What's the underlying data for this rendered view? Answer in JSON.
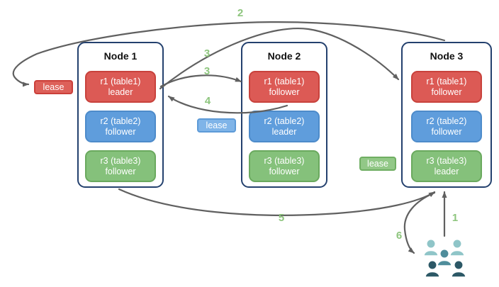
{
  "nodes": [
    {
      "title": "Node 1",
      "replicas": [
        {
          "name": "r1 (table1)",
          "role": "leader",
          "color": "#dc5a55"
        },
        {
          "name": "r2 (table2)",
          "role": "follower",
          "color": "#5f9ddc"
        },
        {
          "name": "r3 (table3)",
          "role": "follower",
          "color": "#85c17b"
        }
      ]
    },
    {
      "title": "Node 2",
      "replicas": [
        {
          "name": "r1 (table1)",
          "role": "follower",
          "color": "#dc5a55"
        },
        {
          "name": "r2 (table2)",
          "role": "leader",
          "color": "#5f9ddc"
        },
        {
          "name": "r3 (table3)",
          "role": "follower",
          "color": "#85c17b"
        }
      ]
    },
    {
      "title": "Node 3",
      "replicas": [
        {
          "name": "r1 (table1)",
          "role": "follower",
          "color": "#dc5a55"
        },
        {
          "name": "r2 (table2)",
          "role": "follower",
          "color": "#5f9ddc"
        },
        {
          "name": "r3 (table3)",
          "role": "leader",
          "color": "#85c17b"
        }
      ]
    }
  ],
  "leases": [
    {
      "label": "lease",
      "color": "#dd6059",
      "table": "table1"
    },
    {
      "label": "lease",
      "color": "#7fb4e8",
      "table": "table2"
    },
    {
      "label": "lease",
      "color": "#92c887",
      "table": "table3"
    }
  ],
  "arrows": [
    {
      "label": "1",
      "from": "clients",
      "to": "node3-r3-leader"
    },
    {
      "label": "2",
      "from": "node3",
      "to": "table1-lease"
    },
    {
      "label": "3",
      "from": "node1-r1-leader",
      "to": "node3-r1-follower"
    },
    {
      "label": "3",
      "from": "node1-r1-leader",
      "to": "node2-r1-follower"
    },
    {
      "label": "4",
      "from": "node2-r1-follower",
      "to": "node1-r1-leader"
    },
    {
      "label": "5",
      "from": "node1",
      "to": "node3"
    },
    {
      "label": "6",
      "from": "node3",
      "to": "clients"
    }
  ],
  "icons": {
    "clients": "users-group-icon"
  },
  "colors": {
    "node_border": "#24416e",
    "table1_red": "#dc5a55",
    "table2_blue": "#5f9ddc",
    "table3_green": "#85c17b",
    "arrow_gray": "#606060",
    "step_label_green": "#8dc57d",
    "users_light_teal": "#8fc5c8",
    "users_mid_teal": "#4f8d9b",
    "users_dark_slate": "#2c5866"
  }
}
